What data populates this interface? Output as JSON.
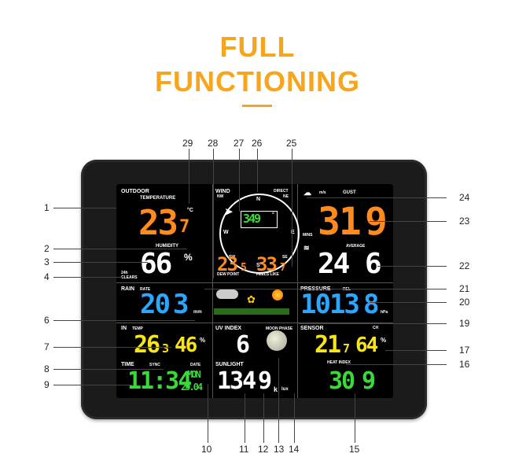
{
  "header": {
    "line1": "FULL",
    "line2": "FUNCTIONING"
  },
  "screen": {
    "outdoor": {
      "label": "OUTDOOR",
      "temp_label": "TEMPERATURE",
      "temp": "23",
      "temp_dec": "7",
      "unit": "°C",
      "hum_label": "HUMIDITY",
      "hum": "66",
      "hum_unit": "%",
      "clears": "24h\nCLEARS"
    },
    "wind": {
      "label": "WIND",
      "dir_label": "DIRECT",
      "nw": "NW",
      "ne": "NE",
      "sw": "SW",
      "se": "SE",
      "n": "N",
      "s": "S",
      "e": "E",
      "w": "W",
      "deg": "349",
      "deg_unit": "°",
      "gust_label": "GUST",
      "gust_unit": "m/s",
      "gust": "31",
      "gust_dec": "9",
      "mins": "MINS",
      "avg_label": "AVERAGE",
      "avg": "24",
      "avg_dec": "6"
    },
    "dew": {
      "label": "DEW POINT",
      "value": "23",
      "dec": "5"
    },
    "feels": {
      "label": "FEELS LIKE",
      "value": "33",
      "dec": "7"
    },
    "rain": {
      "label": "RAIN",
      "rate": "RATE",
      "value": "20",
      "dec": "3",
      "unit": "mm"
    },
    "pressure": {
      "label": "PRESSURE",
      "rel": "REL",
      "value": "1013",
      "dec": "8",
      "unit": "hPa"
    },
    "indoor": {
      "label": "IN",
      "temp_label": "TEMP",
      "temp": "26",
      "temp_dec": "3",
      "hum": "46",
      "unit": "%"
    },
    "uv": {
      "label": "UV INDEX",
      "value": "6",
      "moon_label": "MOON PHASE"
    },
    "sunlight": {
      "label": "SUNLIGHT",
      "value": "134",
      "dec": "9",
      "unit_k": "k",
      "unit_lux": "lux"
    },
    "sensor": {
      "label": "SENSOR",
      "ch": "CH",
      "temp": "21",
      "temp_dec": "7",
      "hum": "64",
      "unit": "%",
      "heat_label": "HEAT INDEX",
      "heat": "30",
      "heat_dec": "9"
    },
    "time": {
      "label": "TIME",
      "sync": "SYNC",
      "date_label": "DATE",
      "time": "11:34",
      "day": "MON",
      "date": "29.04"
    }
  },
  "callouts": [
    "1",
    "2",
    "3",
    "4",
    "6",
    "7",
    "8",
    "9",
    "10",
    "11",
    "12",
    "13",
    "14",
    "15",
    "16",
    "17",
    "19",
    "20",
    "21",
    "22",
    "23",
    "24",
    "25",
    "26",
    "27",
    "28",
    "29"
  ],
  "colors": {
    "accent": "#f7a51c",
    "orange_seg": "#ff8a1e",
    "blue_seg": "#2ca7ff",
    "yellow_seg": "#f7e41a",
    "green_seg": "#39d93a"
  }
}
